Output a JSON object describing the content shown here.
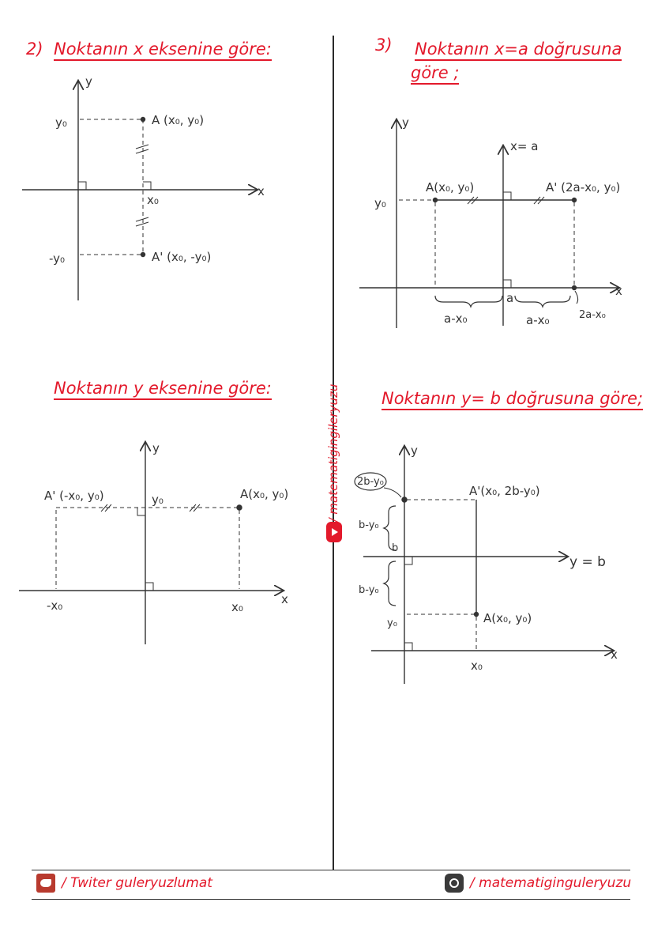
{
  "sections": {
    "x_axis": {
      "number": "2)",
      "title": "Noktanın x eksenine göre:"
    },
    "x_eq_a": {
      "number": "3)",
      "title_line1": "Noktanın x=a doğrusuna",
      "title_line2": "göre ;"
    },
    "y_axis": {
      "title": "Noktanın y eksenine göre:"
    },
    "y_eq_b": {
      "title": "Noktanın y= b doğrusuna göre;"
    }
  },
  "diagram1": {
    "y_axis": "y",
    "x_axis": "x",
    "y0": "y₀",
    "neg_y0": "-y₀",
    "x0": "x₀",
    "A": "A (x₀, y₀)",
    "A_prime": "A' (x₀, -y₀)"
  },
  "diagram2": {
    "y_axis": "y",
    "x_axis": "x",
    "line": "x= a",
    "y0": "y₀",
    "a": "a",
    "A": "A(x₀, y₀)",
    "A_prime": "A' (2a-x₀, y₀)",
    "brace1": "a-x₀",
    "brace2": "a-x₀",
    "result": "2a-x₀"
  },
  "diagram3": {
    "y_axis": "y",
    "x_axis": "x",
    "y0": "y₀",
    "x0": "x₀",
    "neg_x0": "-x₀",
    "A": "A(x₀, y₀)",
    "A_prime": "A' (-x₀, y₀)"
  },
  "diagram4": {
    "y_axis": "y",
    "x_axis": "x",
    "line": "y = b",
    "y0": "y₀",
    "x0": "x₀",
    "b": "b",
    "circled": "2b-y₀",
    "brace_top": "b-y₀",
    "brace_bottom": "b-y₀",
    "A": "A(x₀, y₀)",
    "A_prime": "A'(x₀, 2b-y₀)"
  },
  "side_label": "/ matematigingileryuzu",
  "footer": {
    "twitter": "/ Twiter guleryuzlumat",
    "instagram": "/ matematiginguleryuzu"
  }
}
